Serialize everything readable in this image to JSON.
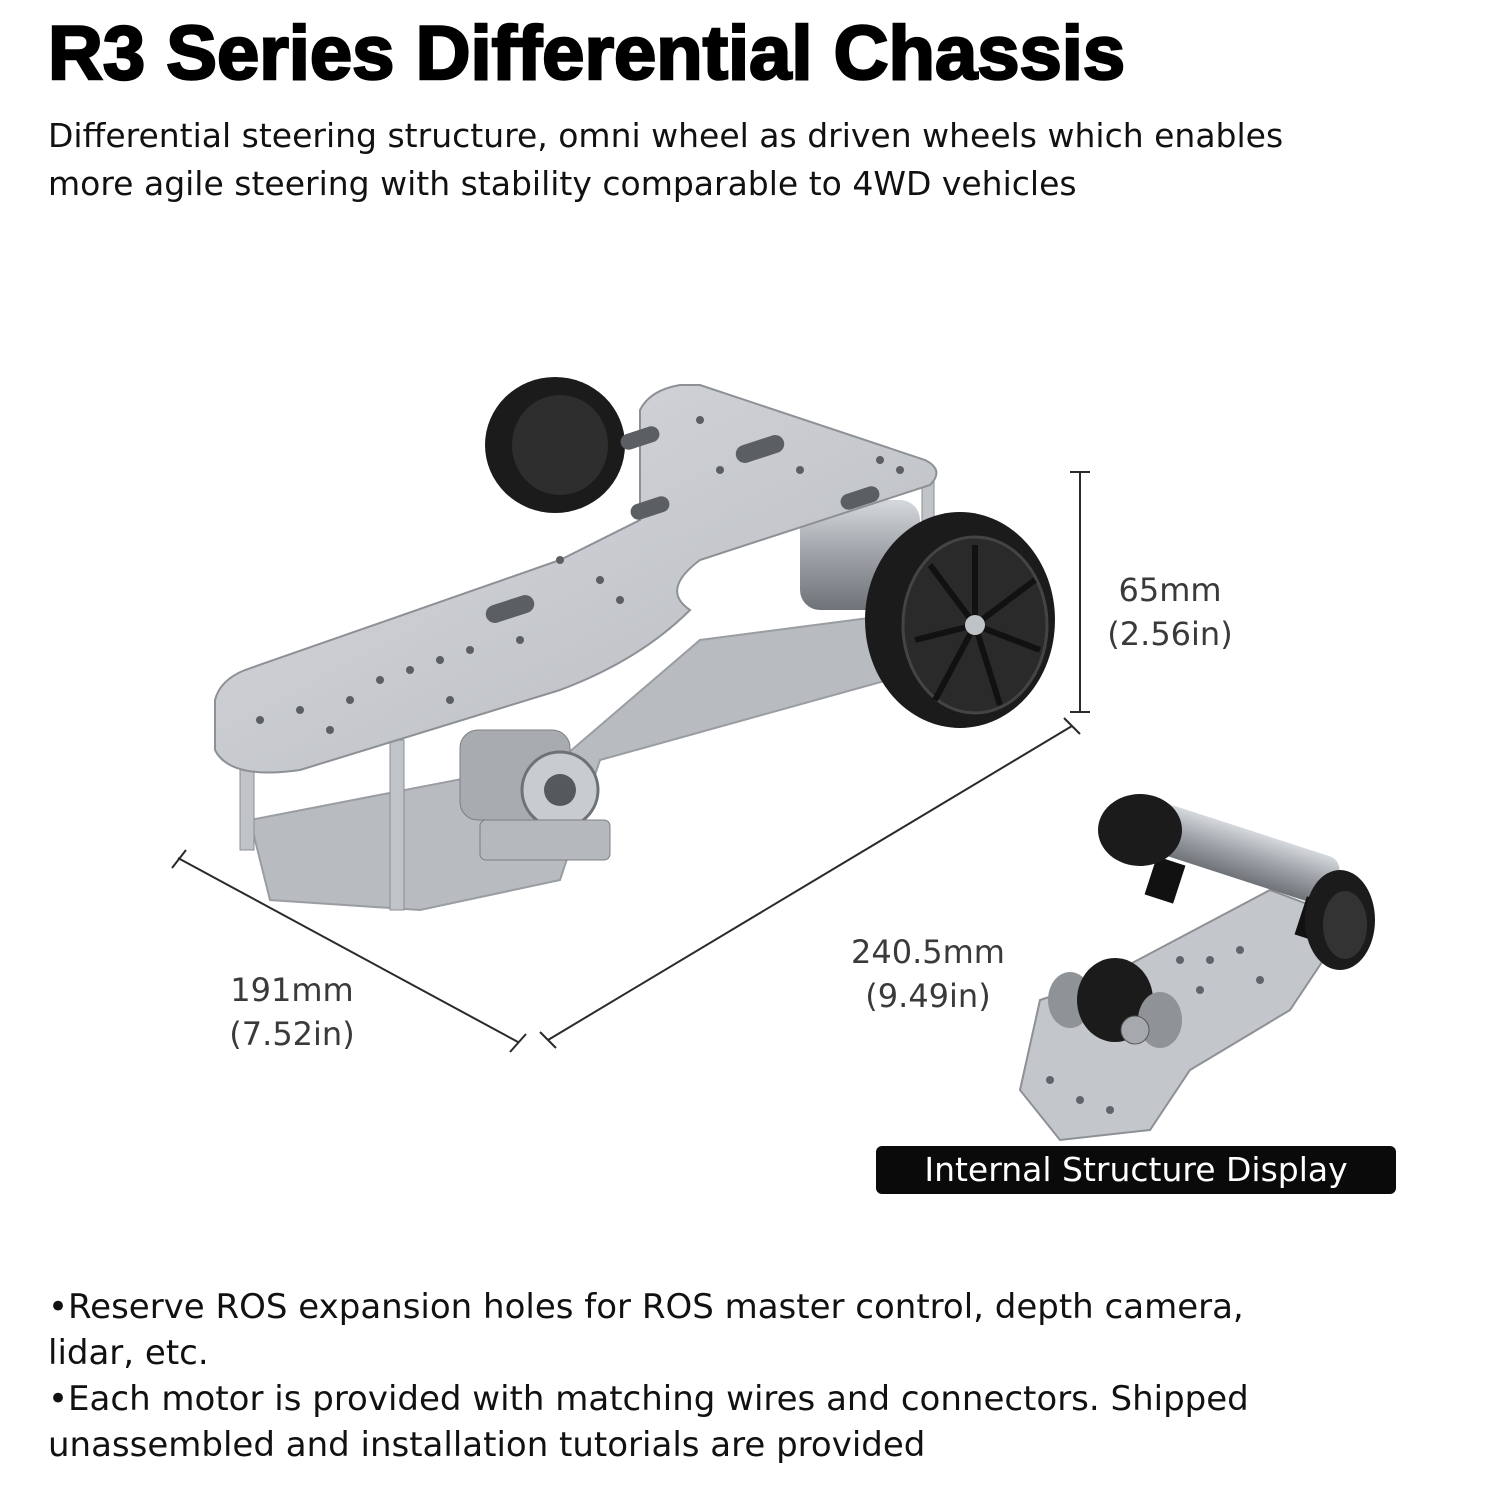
{
  "title": "R3 Series Differential Chassis",
  "subtitle": {
    "line1": "Differential steering structure, omni wheel as driven wheels which enables",
    "line2": "more agile steering with stability comparable to 4WD vehicles"
  },
  "dimensions": {
    "height_mm": "65mm",
    "height_in": "(2.56in)",
    "length_mm": "240.5mm",
    "length_in": "(9.49in)",
    "width_mm": "191mm",
    "width_in": "(7.52in)"
  },
  "badge": "Internal Structure Display",
  "bullets": [
    "•Reserve ROS expansion holes for ROS master control, depth camera,",
    "lidar, etc.",
    "•Each motor is provided with matching wires and connectors. Shipped",
    "unassembled and installation tutorials are provided"
  ],
  "colors": {
    "plate": "#c9cbcf",
    "plate_shade": "#a9acb1",
    "tire": "#1b1b1b",
    "motor": "#9ea2a8",
    "badge_bg": "#0a0a0a"
  }
}
